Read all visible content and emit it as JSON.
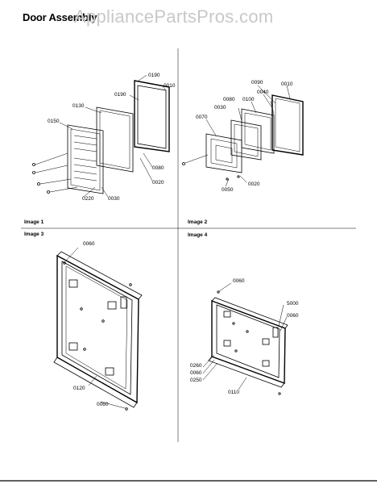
{
  "header": {
    "title": "Door Assembly",
    "watermark": "AppliancePartsPros.com"
  },
  "panels": {
    "image1": {
      "label": "Image 1",
      "parts": [
        "0190",
        "0010",
        "0190",
        "0130",
        "0150",
        "0080",
        "0020",
        "0220",
        "0030"
      ]
    },
    "image2": {
      "label": "Image 2",
      "parts": [
        "0090",
        "0010",
        "0040",
        "0080",
        "0100",
        "0030",
        "0070",
        "0050",
        "0020"
      ]
    },
    "image3": {
      "label": "Image 3",
      "parts": [
        "0060",
        "0120",
        "0060"
      ]
    },
    "image4": {
      "label": "Image 4",
      "parts": [
        "0060",
        "5000",
        "0060",
        "0260",
        "0060",
        "0250",
        "0110"
      ]
    }
  }
}
